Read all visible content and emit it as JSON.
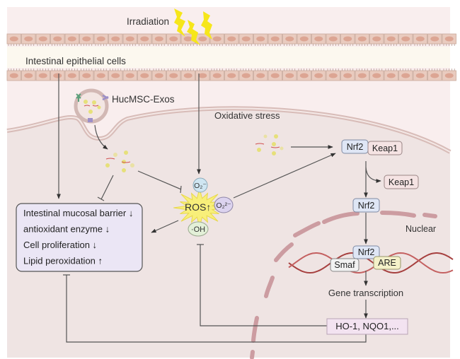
{
  "labels": {
    "irradiation": "Irradiation",
    "epithelial": "Intestinal epithelial cells",
    "exos": "HucMSC-Exos",
    "oxidative": "Oxidative stress",
    "nuclear": "Nuclear",
    "gene_transcription": "Gene transcription"
  },
  "ros": {
    "center": "ROS↑",
    "o2_minus": "O₂⁻",
    "o2_2minus": "O₂²⁻",
    "oh": "·OH"
  },
  "effects_box": {
    "items": [
      "Intestinal mucosal barrier ↓",
      "antioxidant enzyme ↓",
      "Cell proliferation ↓",
      "Lipid peroxidation ↑"
    ]
  },
  "pathway": {
    "nrf2_complex": "Nrf2",
    "keap1_complex": "Keap1",
    "keap1_released": "Keap1",
    "nrf2_free": "Nrf2",
    "nrf2_nuclear": "Nrf2",
    "smaf": "Smaf",
    "are": "ARE",
    "products": "HO-1, NQO1,..."
  },
  "colors": {
    "background": "#f9eeee",
    "cytoplasm": "#efe4e3",
    "lumen": "#fcf8ef",
    "cell": "#e9cbbf",
    "nucleus_cell": "#dca593",
    "membrane": "#d8bcb8",
    "lightning": "#f6e61a",
    "ros_star": "#f8ef7a",
    "o2_minus": "#cfe6f2",
    "o2_2minus": "#dcd3ef",
    "oh": "#e3f0d8",
    "nrf2": "#dfe6f5",
    "keap1": "#f5e3e3",
    "are": "#f4f1c9",
    "smaf": "#f2f2f2",
    "effects_box": "#ebe6f5",
    "products_box": "#f3e3f1",
    "nuclear_envelope": "#c9959a",
    "dna": "#a6403f",
    "line": "#555555"
  }
}
